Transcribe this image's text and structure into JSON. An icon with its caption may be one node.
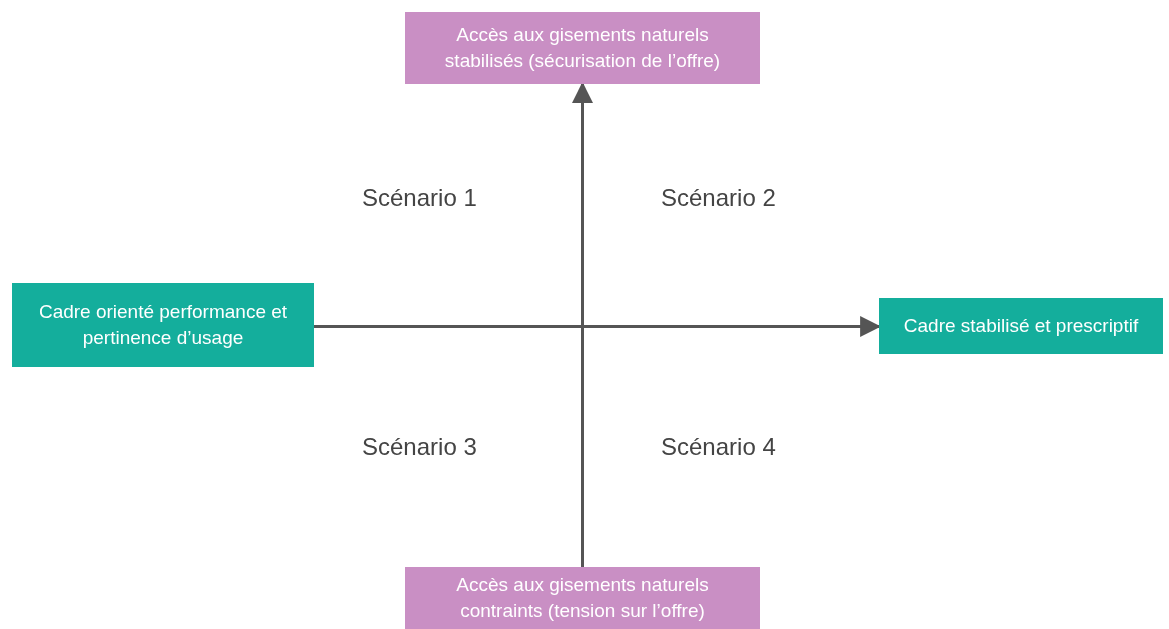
{
  "diagram": {
    "nodes": [
      {
        "text": [
          "Accès aux gisements naturels stabilisés (sécurisation de l’offre)"
        ]
      },
      {
        "text": [
          "Cadre orienté performance et pertinence d’usage"
        ]
      },
      {
        "text": [
          "Cadre stabilisé et prescriptif"
        ]
      },
      {
        "text": [
          "Accès aux gisements naturels contraints (tension sur l’offre)"
        ]
      }
    ],
    "edges": [
      {
        "from": 3,
        "to": 0,
        "arrow": "to"
      },
      {
        "from": 1,
        "to": 2,
        "arrow": "to"
      }
    ],
    "labels": [
      "Scénario 1",
      "Scénario 2",
      "Scénario 3",
      "Scénario 4"
    ]
  }
}
